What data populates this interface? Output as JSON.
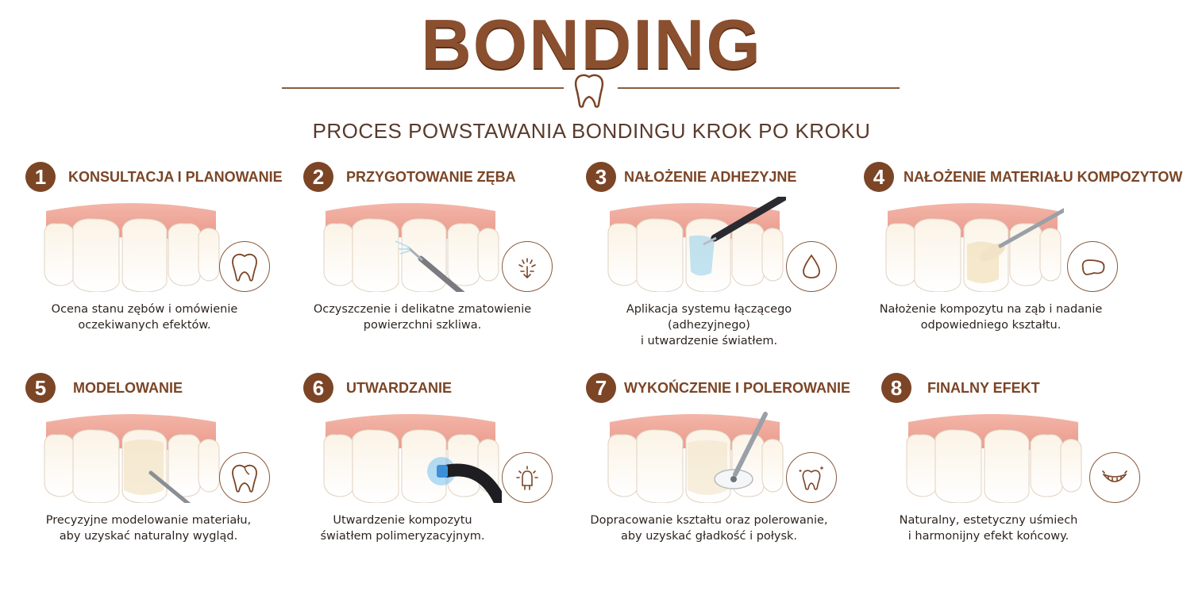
{
  "header": {
    "title": "BONDING",
    "subtitle": "PROCES POWSTAWANIA BONDINGU KROK PO KROKU",
    "accent_color": "#7b4526"
  },
  "steps": [
    {
      "number": "1",
      "title": "KONSULTACJA I PLANOWANIE",
      "desc_line1": "Ocena stanu zębów i omówienie",
      "desc_line2": "oczekiwanych efektów.",
      "icon": "tooth-icon"
    },
    {
      "number": "2",
      "title": "PRZYGOTOWANIE ZĘBA",
      "desc_line1": "Oczyszczenie i delikatne zmatowienie",
      "desc_line2": "powierzchni szkliwa.",
      "icon": "spray-icon"
    },
    {
      "number": "3",
      "title": "NAŁOŻENIE ADHEZYJNE",
      "desc_line1": "Aplikacja systemu łączącego (adhezyjnego)",
      "desc_line2": "i utwardzenie światłem.",
      "icon": "drop-icon"
    },
    {
      "number": "4",
      "title": "NAŁOŻENIE MATERIAŁU KOMPOZYTOWEGO",
      "desc_line1": "Nałożenie kompozytu na ząb i nadanie",
      "desc_line2": "odpowiedniego kształtu.",
      "icon": "composite-blob-icon"
    },
    {
      "number": "5",
      "title": "MODELOWANIE",
      "desc_line1": "Precyzyjne modelowanie materiału,",
      "desc_line2": "aby uzyskać naturalny wygląd.",
      "icon": "tooth-shape-icon"
    },
    {
      "number": "6",
      "title": "UTWARDZANIE",
      "desc_line1": "Utwardzenie kompozytu",
      "desc_line2": "światłem polimeryzacyjnym.",
      "icon": "curing-light-icon"
    },
    {
      "number": "7",
      "title": "WYKOŃCZENIE I POLEROWANIE",
      "desc_line1": "Dopracowanie kształtu oraz polerowanie,",
      "desc_line2": "aby uzyskać gładkość i połysk.",
      "icon": "sparkle-tooth-icon"
    },
    {
      "number": "8",
      "title": "FINALNY EFEKT",
      "desc_line1": "Naturalny, estetyczny uśmiech",
      "desc_line2": "i harmonijny efekt końcowy.",
      "icon": "smile-icon"
    }
  ]
}
